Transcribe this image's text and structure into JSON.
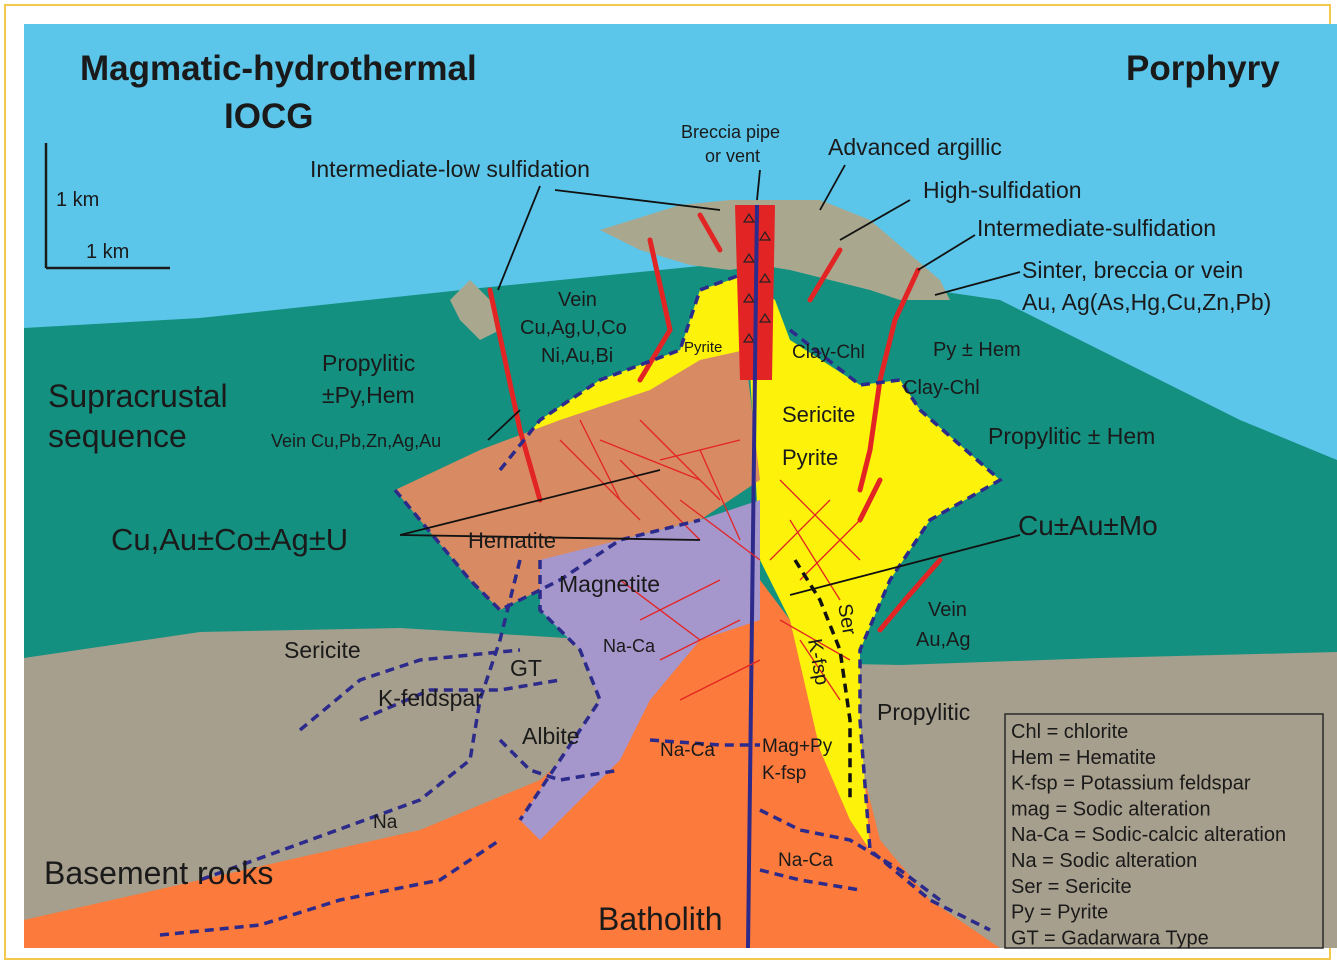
{
  "title_left_1": "Magmatic-hydrothermal",
  "title_left_2": "IOCG",
  "title_right": "Porphyry",
  "scale_vertical": "1 km",
  "scale_horizontal": "1 km",
  "labels": {
    "breccia_pipe_1": "Breccia pipe",
    "breccia_pipe_2": "or vent",
    "advanced_argillic": "Advanced argillic",
    "intermediate_low": "Intermediate-low sulfidation",
    "high_sulfidation": "High-sulfidation",
    "intermediate_sulfidation": "Intermediate-sulfidation",
    "sinter_1": "Sinter, breccia or vein",
    "sinter_2": "Au, Ag(As,Hg,Cu,Zn,Pb)",
    "vein_1": "Vein",
    "vein_2": "Cu,Ag,U,Co",
    "vein_3": "Ni,Au,Bi",
    "pyrite_top": "Pyrite",
    "clay_chl_1": "Clay-Chl",
    "py_hem": "Py ± Hem",
    "clay_chl_2": "Clay-Chl",
    "propylitic_left_1": "Propylitic",
    "propylitic_left_2": "±Py,Hem",
    "supracrustal_1": "Supracrustal",
    "supracrustal_2": "sequence",
    "vein_cu": "Vein Cu,Pb,Zn,Ag,Au",
    "sericite_right": "Sericite",
    "pyrite_right": "Pyrite",
    "propylitic_hem": "Propylitic ± Hem",
    "cu_au_co": "Cu,Au±Co±Ag±U",
    "hematite": "Hematite",
    "cu_au_mo": "Cu±Au±Mo",
    "magnetite": "Magnetite",
    "vein_au_1": "Vein",
    "vein_au_2": "Au,Ag",
    "sericite_left": "Sericite",
    "na_ca_upper": "Na-Ca",
    "gt": "GT",
    "ser": "Ser",
    "k_fsp_vert": "K-fsp",
    "k_feldspar": "K-feldspar",
    "propylitic_base": "Propylitic",
    "albite": "Albite",
    "na_ca_mid": "Na-Ca",
    "mag_py": "Mag+Py",
    "k_fsp": "K-fsp",
    "na": "Na",
    "na_ca_low": "Na-Ca",
    "basement": "Basement rocks",
    "batholith": "Batholith"
  },
  "legend": [
    "Chl = chlorite",
    "Hem = Hematite",
    "K-fsp = Potassium feldspar",
    "mag = Sodic alteration",
    "Na-Ca = Sodic-calcic alteration",
    "Na = Sodic alteration",
    "Ser = Sericite",
    "Py = Pyrite",
    "GT = Gadarwara Type"
  ],
  "colors": {
    "sky": "#5bc6ea",
    "supracrustal": "#149080",
    "basement": "#a79f8d",
    "batholith": "#fb7a3c",
    "yellow_zone": "#fcf20a",
    "hematite_zone": "#d88a62",
    "magnetite_zone": "#a596cc",
    "veins": "#e32424",
    "dashed": "#2c2a8a",
    "cap": "#a9a88f"
  }
}
